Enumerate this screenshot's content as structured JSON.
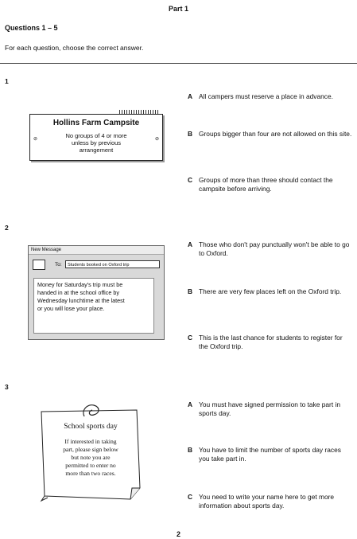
{
  "header": {
    "part_title": "Part 1",
    "questions_range": "Questions 1 – 5",
    "instruction": "For each question, choose the correct answer."
  },
  "questions": [
    {
      "number": "1",
      "sign": {
        "title": "Hollins Farm Campsite",
        "lines": [
          "No groups of 4 or more",
          "unless by previous",
          "arrangement"
        ]
      },
      "options": [
        {
          "letter": "A",
          "text": "All campers must reserve a place in advance."
        },
        {
          "letter": "B",
          "text": "Groups bigger than four are not allowed on this site."
        },
        {
          "letter": "C",
          "text": "Groups of more than three should contact the campsite before arriving."
        }
      ]
    },
    {
      "number": "2",
      "message": {
        "window_title": "New Message",
        "to_label": "To:",
        "to_value": "Students booked on Oxford trip",
        "body_lines": [
          "Money for Saturday's trip must be",
          "handed in at the school office by",
          "Wednesday lunchtime at the latest",
          "or you will lose your place."
        ]
      },
      "options": [
        {
          "letter": "A",
          "text": "Those who don't pay punctually won't be able to go to Oxford."
        },
        {
          "letter": "B",
          "text": "There are very few places left on the Oxford trip."
        },
        {
          "letter": "C",
          "text": "This is the last chance for students to register for the Oxford trip."
        }
      ]
    },
    {
      "number": "3",
      "note": {
        "title": "School sports day",
        "lines": [
          "If interested in taking",
          "part, please sign below",
          "but note you are",
          "permitted to enter no",
          "more than two races."
        ]
      },
      "options": [
        {
          "letter": "A",
          "text": "You must have signed permission to take part in sports day."
        },
        {
          "letter": "B",
          "text": "You have to limit the number of sports day races you take part in."
        },
        {
          "letter": "C",
          "text": "You need to write your name here to get more information about sports day."
        }
      ]
    }
  ],
  "footer": {
    "page_number": "2"
  }
}
